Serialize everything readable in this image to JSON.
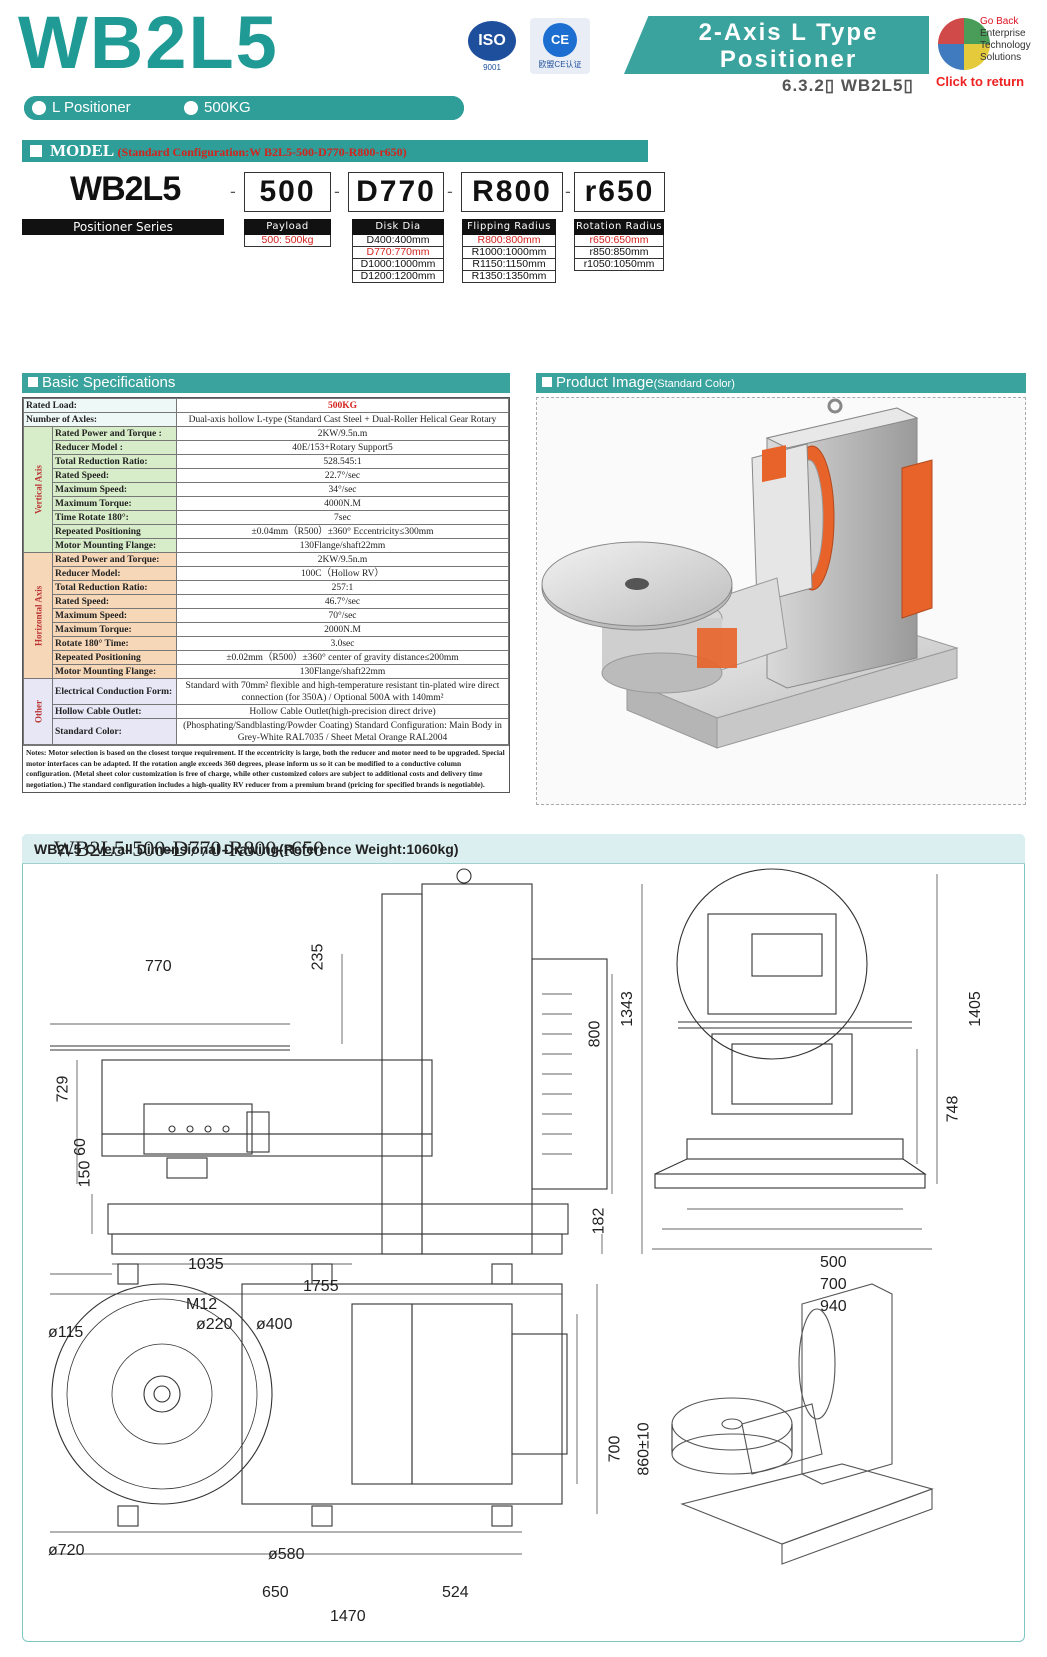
{
  "header": {
    "title": "WB2L5",
    "iso": "ISO",
    "iso_sub": "9001",
    "ce": "CE",
    "ce_sub": "欧盟CE认证",
    "type_line1": "2-Axis L Type",
    "type_line2": "Positioner",
    "section_no": "6.3.2▯ WB2L5▯",
    "logo_lines": [
      "Go Back",
      "Enterprise",
      "Technology",
      "Solutions"
    ],
    "logo_click": "Click to return"
  },
  "pills": {
    "type": "L Positioner",
    "load": "500KG"
  },
  "model": {
    "heading": "MODEL",
    "standard_config": "(Standard Configuration:W B2L5-500-D770-R800-r650)",
    "name": "WB2L5",
    "series": "Positioner Series",
    "codes": [
      "500",
      "D770",
      "R800",
      "r650"
    ],
    "params": [
      {
        "head": "Payload",
        "options": [
          "500: 500kg"
        ],
        "selected": 0
      },
      {
        "head": "Disk Dia",
        "options": [
          "D400:400mm",
          "D770:770mm",
          "D1000:1000mm",
          "D1200:1200mm"
        ],
        "selected": 1
      },
      {
        "head": "Flipping Radius",
        "options": [
          "R800:800mm",
          "R1000:1000mm",
          "R1150:1150mm",
          "R1350:1350mm"
        ],
        "selected": 0
      },
      {
        "head": "Rotation Radius",
        "options": [
          "r650:650mm",
          "r850:850mm",
          "r1050:1050mm"
        ],
        "selected": 0
      }
    ]
  },
  "basic_specs": {
    "heading": "Basic Specifications",
    "rated_load_label": "Rated Load:",
    "rated_load": "500KG",
    "axes_label": "Number of Axles:",
    "axes": "Dual-axis hollow L-type (Standard Cast Steel + Dual-Roller Helical Gear Rotary",
    "vertical_group": "Vertical Axis",
    "vertical": [
      [
        "Rated Power and Torque :",
        "2KW/9.5n.m"
      ],
      [
        "Reducer Model :",
        "40E/153+Rotary Support5"
      ],
      [
        "Total Reduction Ratio:",
        "528.545:1"
      ],
      [
        "Rated Speed:",
        "22.7°/sec"
      ],
      [
        "Maximum Speed:",
        "34°/sec"
      ],
      [
        "Maximum Torque:",
        "4000N.M"
      ],
      [
        "Time Rotate 180°:",
        "7sec"
      ],
      [
        "Repeated Positioning",
        "±0.04mm（R500）±360°  Eccentricity≤300mm"
      ],
      [
        "Motor Mounting Flange:",
        "130Flange/shaft22mm"
      ]
    ],
    "horizontal_group": "Horizontal Axis",
    "horizontal": [
      [
        "Rated Power and Torque:",
        "2KW/9.5n.m"
      ],
      [
        "Reducer Model:",
        "100C（Hollow RV）"
      ],
      [
        "Total Reduction Ratio:",
        "257:1"
      ],
      [
        "Rated Speed:",
        "46.7°/sec"
      ],
      [
        "Maximum Speed:",
        "70°/sec"
      ],
      [
        "Maximum Torque:",
        "2000N.M"
      ],
      [
        "Rotate 180° Time:",
        "3.0sec"
      ],
      [
        "Repeated Positioning",
        "±0.02mm（R500）±360°  center of gravity distance≤200mm"
      ],
      [
        "Motor Mounting Flange:",
        "130Flange/shaft22mm"
      ]
    ],
    "other_group": "Other",
    "other": [
      [
        "Electrical Conduction Form:",
        "Standard with 70mm² flexible and high-temperature resistant tin-plated wire direct connection (for 350A) / Optional 500A with 140mm²"
      ],
      [
        "Hollow Cable Outlet:",
        "Hollow Cable Outlet(high-precision direct drive)"
      ],
      [
        "Standard Color:",
        "(Phosphating/Sandblasting/Powder Coating) Standard Configuration: Main Body in Grey-White RAL7035 / Sheet Metal Orange RAL2004"
      ]
    ],
    "notes": "Notes: Motor selection is based on the closest torque requirement. If the eccentricity is large, both the reducer and motor need to be upgraded. Special motor interfaces can be adapted. If the rotation angle exceeds 360 degrees, please inform us so it can be modified to a conductive column configuration. (Metal sheet color customization is free of charge, while other customized colors are subject to additional costs and delivery time negotiation.) The standard configuration includes a high-quality RV reducer from a premium brand (pricing for specified brands is negotiable)."
  },
  "product_image": {
    "heading": "Product Image",
    "sub": "(Standard Color)"
  },
  "drawing": {
    "heading": "WB2L5 Overall Dimensional Drawing(Reference Weight:1060kg)",
    "model_code": "WB2L5-500-D770-R800-r650",
    "side_dims": [
      "770",
      "235",
      "800",
      "1343",
      "729",
      "60",
      "150",
      "182",
      "1035",
      "1755"
    ],
    "front_dims": [
      "1405",
      "748",
      "500",
      "700",
      "940"
    ],
    "top_dims": [
      "M12",
      "ø115",
      "ø220",
      "ø400",
      "ø720",
      "ø580",
      "700",
      "860±10",
      "650",
      "524",
      "1470"
    ]
  },
  "colors": {
    "teal": "#2f9e98",
    "orange": "#e8632a",
    "red_text": "#d2231d"
  }
}
